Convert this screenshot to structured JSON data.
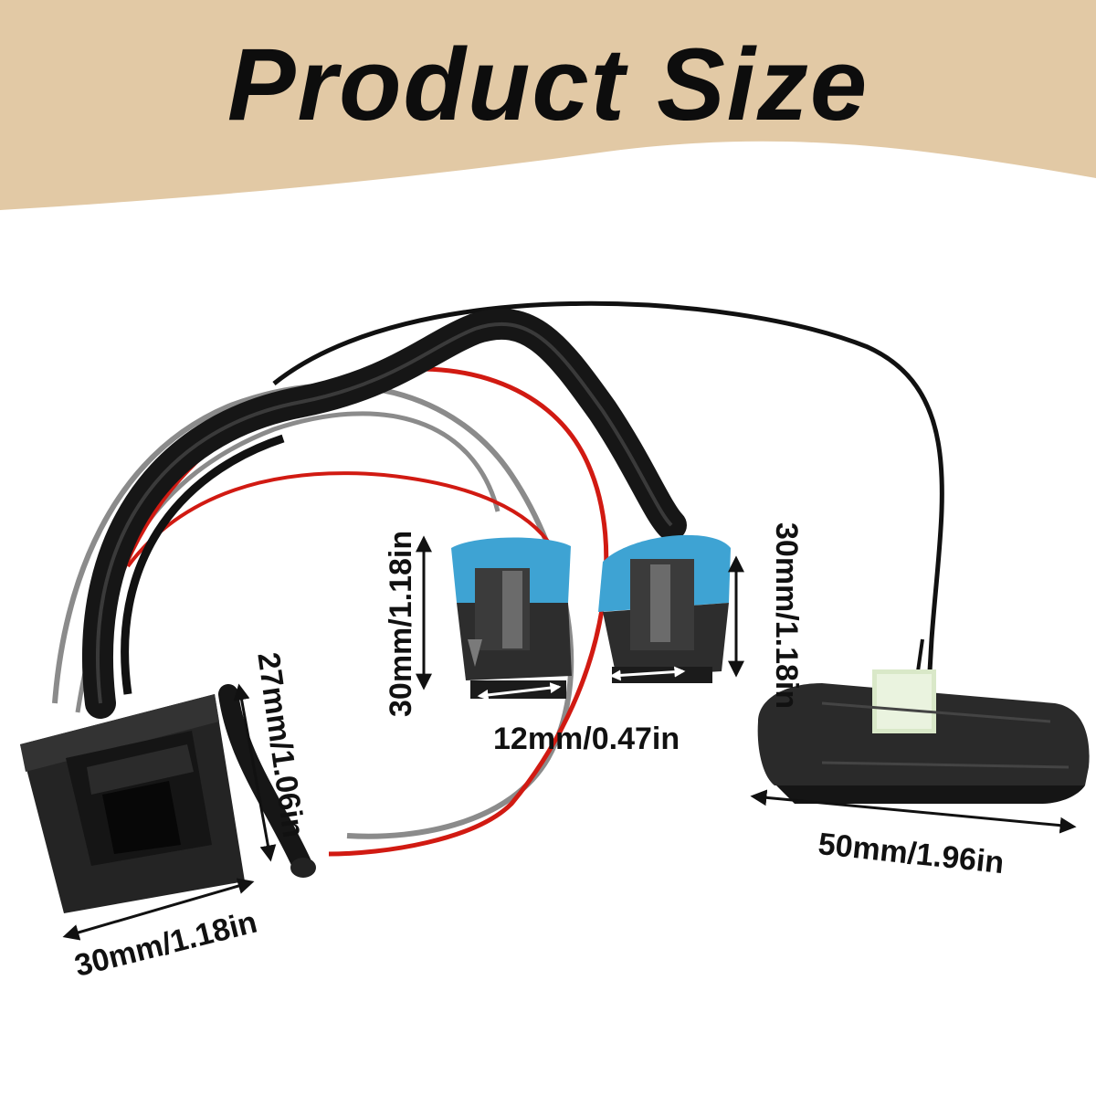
{
  "title": "Product Size",
  "colors": {
    "banner": "#e2c9a5",
    "wire_black": "#111111",
    "wire_red": "#d11a12",
    "wire_gray": "#8b8b8b",
    "connector_blue": "#3ea3d3",
    "housing_black": "#1e1e1e"
  },
  "dimensions": {
    "switch_width": "30mm/1.18in",
    "switch_height": "27mm/1.06in",
    "connector_left_height": "30mm/1.18in",
    "connector_right_height": "30mm/1.18in",
    "connector_width": "12mm/0.47in",
    "lamp_length": "50mm/1.96in"
  }
}
